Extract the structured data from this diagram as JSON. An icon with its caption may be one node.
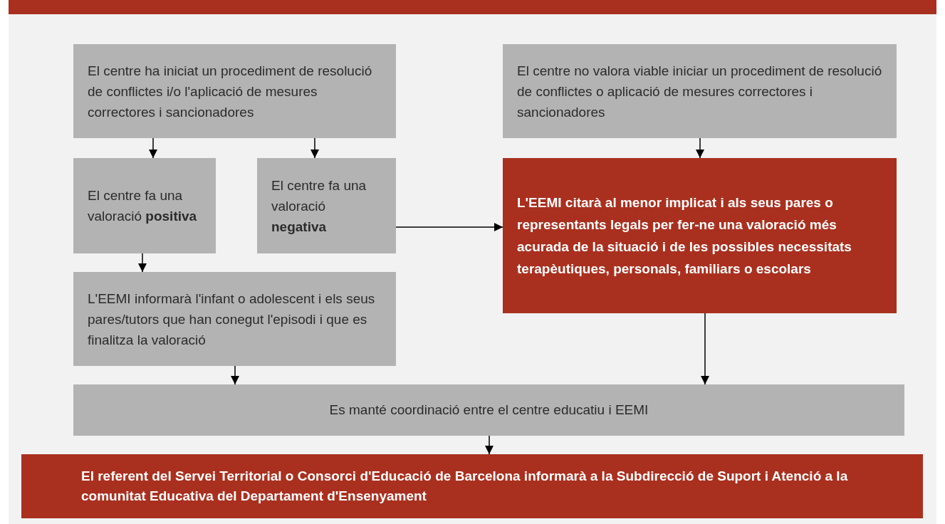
{
  "diagram": {
    "nodes": [
      {
        "text": [],
        "shape": "bar"
      },
      {
        "text": [
          "El centre ha iniciat un procediment de resolució de conflictes i/o l'aplicació de mesures correctores i sancionadores"
        ]
      },
      {
        "text": [
          "El centre fa una valoració **positiva**"
        ]
      },
      {
        "text": [
          "El centre fa una valoració **negativa**"
        ]
      },
      {
        "text": [
          "L'EEMI informarà l'infant o adolescent i els seus pares/tutors que han conegut l'episodi i que es finalitza la valoració"
        ]
      },
      {
        "text": [
          "El centre no valora viable iniciar un procediment de resolució de conflictes o aplicació de mesures correctores i sancionadores"
        ]
      },
      {
        "text": [
          "L'EEMI citarà al menor implicat i als seus pares o representants legals per fer-ne una valoració més acurada de la situació i de les possibles necessitats terapèutiques, personals, familiars o escolars"
        ]
      },
      {
        "text": [
          "Es manté coordinació entre el centre educatiu i EEMI"
        ]
      },
      {
        "text": [
          "El referent del Servei Territorial o Consorci d'Educació de Barcelona informarà a la Subdirecció de Suport i Atenció a la comunitat Educativa del Departament d'Ensenyament"
        ]
      }
    ],
    "edges": [
      {
        "from": 1,
        "to": 2,
        "arrow": "to"
      },
      {
        "from": 1,
        "to": 3,
        "arrow": "to"
      },
      {
        "from": 2,
        "to": 4,
        "arrow": "to"
      },
      {
        "from": 3,
        "to": 6,
        "arrow": "to"
      },
      {
        "from": 5,
        "to": 6,
        "arrow": "to"
      },
      {
        "from": 4,
        "to": 7,
        "arrow": "to"
      },
      {
        "from": 6,
        "to": 7,
        "arrow": "to"
      },
      {
        "from": 7,
        "to": 8,
        "arrow": "to"
      }
    ]
  }
}
